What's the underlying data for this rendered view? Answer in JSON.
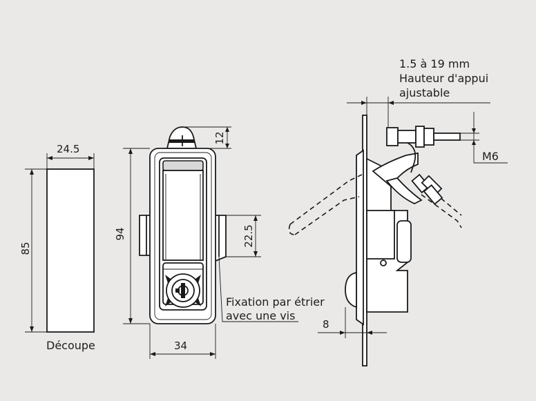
{
  "labels": {
    "cutout_width": "24.5",
    "cutout_height": "85",
    "cutout_caption": "Découpe",
    "body_height": "94",
    "body_width": "34",
    "handle_top": "12",
    "bracket_height": "22.5",
    "fixation_line1": "Fixation par étrier",
    "fixation_line2": "avec une vis",
    "depth": "8",
    "range_line1": "1.5 à 19 mm",
    "range_line2": "Hauteur d'appui",
    "range_line3": "ajustable",
    "thread": "M6"
  },
  "colors": {
    "background": "#eae9e8",
    "line": "#1a1a1a"
  }
}
